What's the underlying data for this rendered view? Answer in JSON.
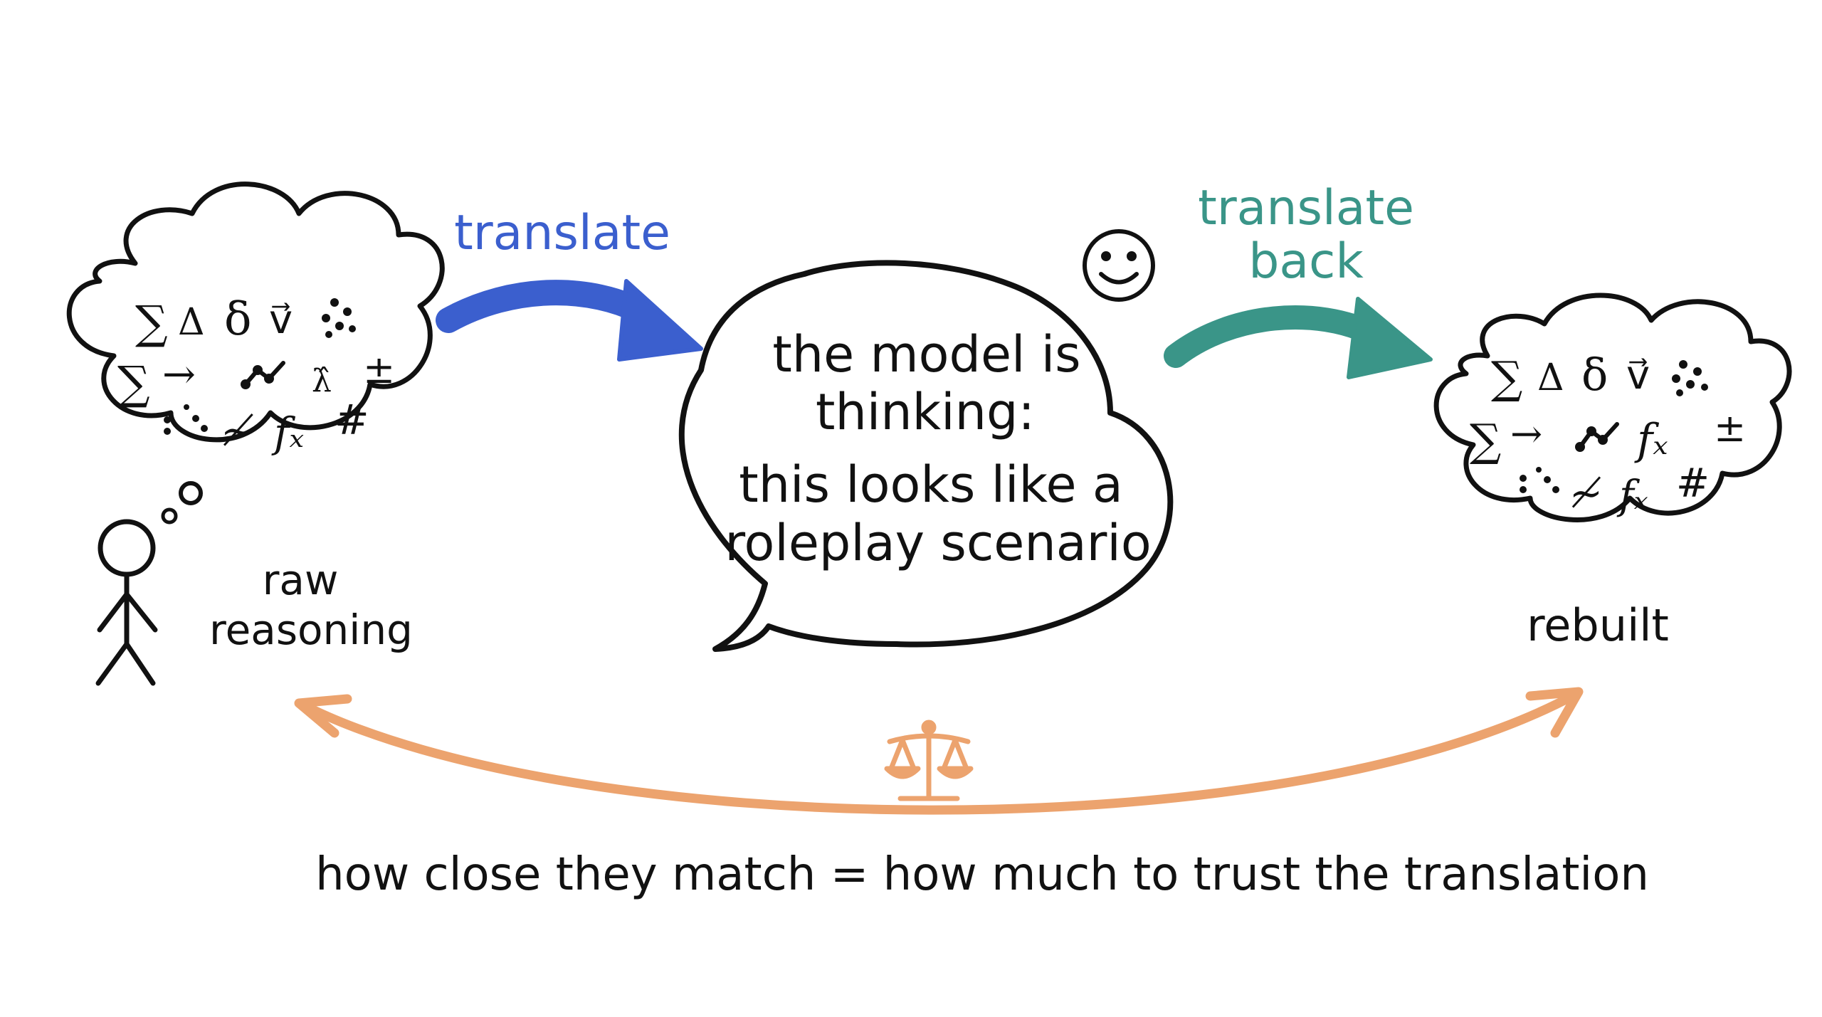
{
  "labels": {
    "translate": "translate",
    "translate_back_line1": "translate",
    "translate_back_line2": "back",
    "raw_line1": "raw",
    "raw_line2": "reasoning",
    "rebuilt": "rebuilt",
    "bubble_lines": [
      "the model is",
      "thinking:",
      "this looks like a",
      "roleplay scenario"
    ],
    "caption": "how close they match = how much to trust the translation"
  },
  "left_cloud_symbols": [
    "∑",
    "Δ",
    "δ",
    "v⃗",
    "∑",
    "→",
    "λ̂",
    "±",
    "≁",
    "fₓ",
    "#"
  ],
  "right_cloud_symbols": [
    "∑",
    "Δ",
    "δ",
    "v⃗",
    "∑",
    "→",
    "fₓ",
    "±",
    "≁",
    "fₓ",
    "#"
  ],
  "icons": [
    "thought-cloud-icon",
    "stick-figure-icon",
    "smiley-icon",
    "balance-scale-icon",
    "speech-bubble-icon"
  ],
  "colors": {
    "translate": "#3b5fce",
    "translate_back": "#3a9588",
    "compare": "#eca36e",
    "ink": "#111111"
  }
}
